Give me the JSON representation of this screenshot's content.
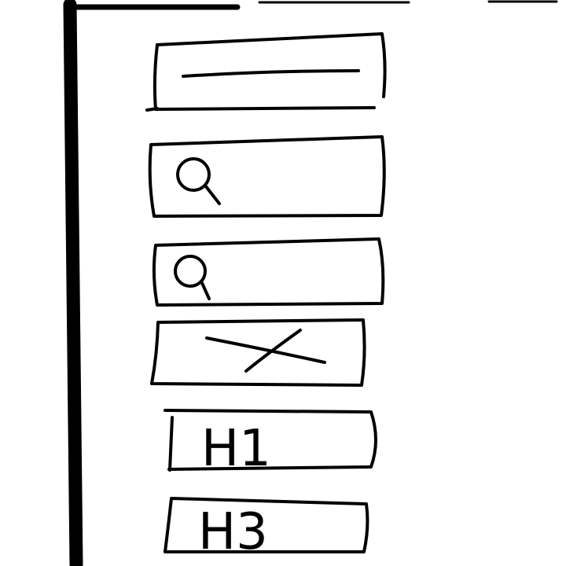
{
  "wireframe": {
    "elements": [
      {
        "kind": "text-line",
        "icon": "line-icon"
      },
      {
        "kind": "search-box",
        "icon": "search-icon"
      },
      {
        "kind": "search-box",
        "icon": "search-icon"
      },
      {
        "kind": "image-placeholder",
        "icon": "cross-placeholder-icon"
      },
      {
        "kind": "heading",
        "label": "H1"
      },
      {
        "kind": "heading",
        "label": "H3"
      }
    ]
  }
}
